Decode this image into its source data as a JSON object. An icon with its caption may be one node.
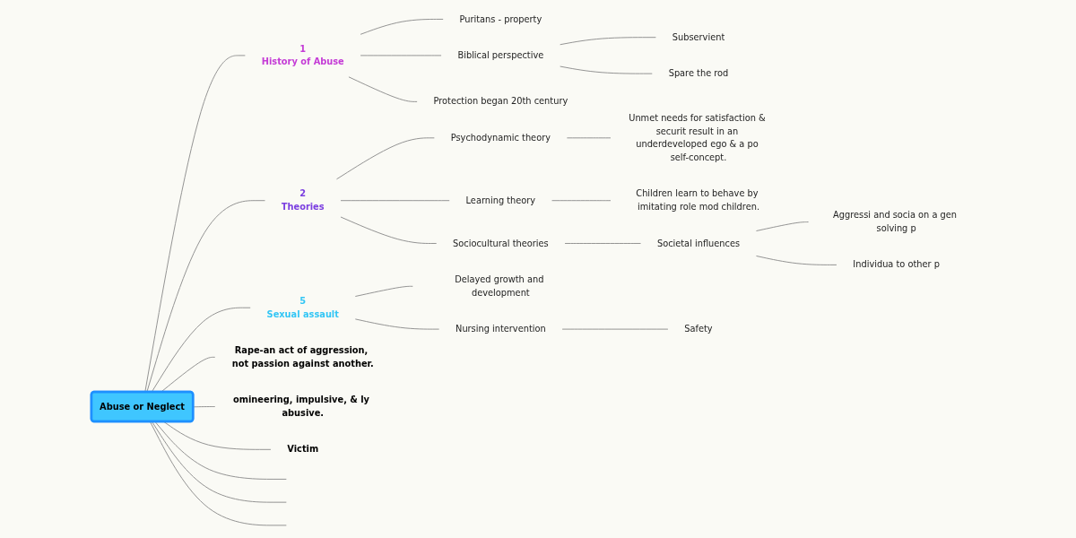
{
  "diagram": {
    "nodes": [
      {
        "text": [
          "Abuse or Neglect"
        ]
      },
      {
        "text": [
          "1",
          "History of Abuse"
        ]
      },
      {
        "text": [
          "Puritans - property"
        ]
      },
      {
        "text": [
          "Biblical perspective"
        ]
      },
      {
        "text": [
          "Subservient"
        ]
      },
      {
        "text": [
          "Spare the rod"
        ]
      },
      {
        "text": [
          "Protection began 20th century"
        ]
      },
      {
        "text": [
          "2",
          "Theories"
        ]
      },
      {
        "text": [
          "Psychodynamic theory"
        ]
      },
      {
        "text": [
          "Unmet needs for satisfaction & securit result in an underdeveloped ego & a po self-concept."
        ]
      },
      {
        "text": [
          "Learning theory"
        ]
      },
      {
        "text": [
          "Children learn to behave by imitating role mod children."
        ]
      },
      {
        "text": [
          "Sociocultural theories"
        ]
      },
      {
        "text": [
          "Societal influences"
        ]
      },
      {
        "text": [
          "Aggressi and socia on a gen solving p"
        ]
      },
      {
        "text": [
          "Individua to other p"
        ]
      },
      {
        "text": [
          "5",
          "Sexual assault"
        ]
      },
      {
        "text": [
          "Delayed growth and development"
        ]
      },
      {
        "text": [
          "Nursing intervention"
        ]
      },
      {
        "text": [
          "Safety"
        ]
      },
      {
        "text": [
          "Rape-an act of aggression, not passion against another."
        ]
      },
      {
        "text": [
          "omineering, impulsive, & ly abusive."
        ]
      },
      {
        "text": [
          "Victim"
        ]
      }
    ],
    "edges": [
      {
        "from": 0,
        "to": 1,
        "arrow": "none"
      },
      {
        "from": 1,
        "to": 2,
        "arrow": "none"
      },
      {
        "from": 1,
        "to": 3,
        "arrow": "none"
      },
      {
        "from": 3,
        "to": 4,
        "arrow": "none"
      },
      {
        "from": 3,
        "to": 5,
        "arrow": "none"
      },
      {
        "from": 1,
        "to": 6,
        "arrow": "none"
      },
      {
        "from": 0,
        "to": 7,
        "arrow": "none"
      },
      {
        "from": 7,
        "to": 8,
        "arrow": "none"
      },
      {
        "from": 8,
        "to": 9,
        "arrow": "none"
      },
      {
        "from": 7,
        "to": 10,
        "arrow": "none"
      },
      {
        "from": 10,
        "to": 11,
        "arrow": "none"
      },
      {
        "from": 7,
        "to": 12,
        "arrow": "none"
      },
      {
        "from": 12,
        "to": 13,
        "arrow": "none"
      },
      {
        "from": 13,
        "to": 14,
        "arrow": "none"
      },
      {
        "from": 13,
        "to": 15,
        "arrow": "none"
      },
      {
        "from": 0,
        "to": 16,
        "arrow": "none"
      },
      {
        "from": 16,
        "to": 17,
        "arrow": "none"
      },
      {
        "from": 16,
        "to": 18,
        "arrow": "none"
      },
      {
        "from": 18,
        "to": 19,
        "arrow": "none"
      },
      {
        "from": 0,
        "to": 20,
        "arrow": "none"
      },
      {
        "from": 0,
        "to": 21,
        "arrow": "none"
      },
      {
        "from": 0,
        "to": 22,
        "arrow": "none"
      },
      {
        "from": 0,
        "to": null,
        "arrow": "none"
      },
      {
        "from": 0,
        "to": null,
        "arrow": "none"
      },
      {
        "from": 0,
        "to": null,
        "arrow": "none"
      }
    ]
  }
}
